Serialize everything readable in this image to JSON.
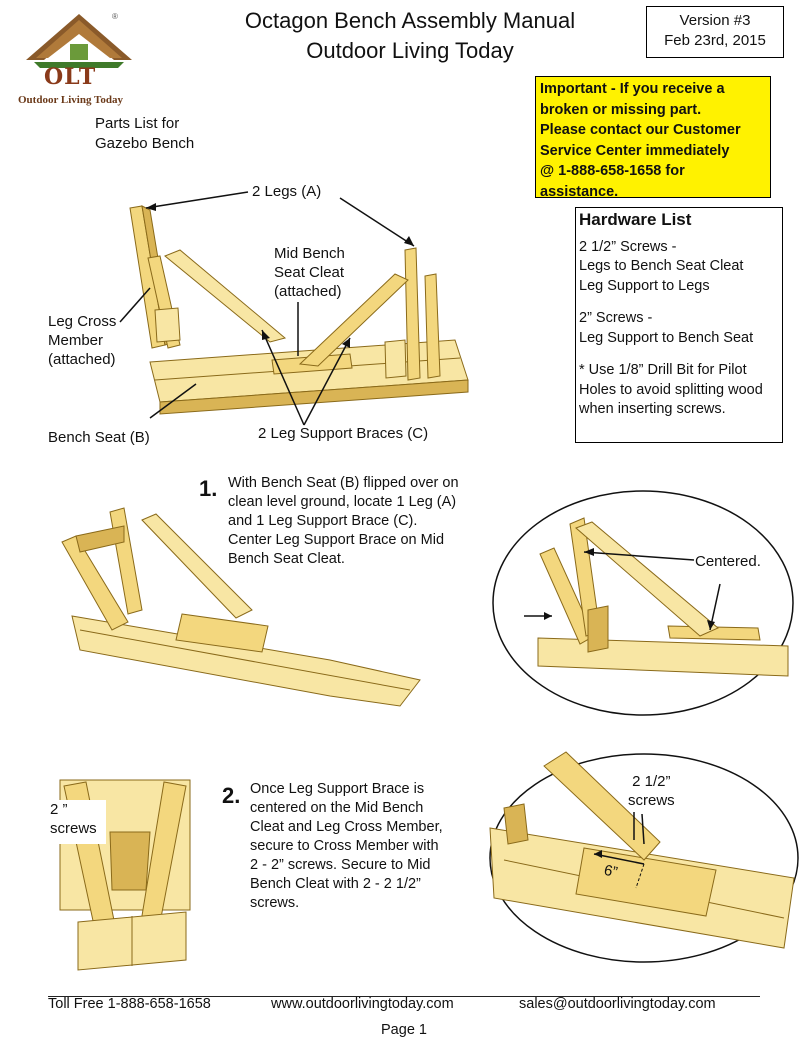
{
  "header": {
    "logo": {
      "brand": "OLT",
      "tagline": "Outdoor Living Today",
      "registered": "®"
    },
    "title_line1": "Octagon Bench Assembly Manual",
    "title_line2": "Outdoor Living Today",
    "version": "Version #3",
    "date": "Feb 23rd, 2015"
  },
  "important": {
    "lines": [
      "Important - If you receive a",
      "broken or missing part.",
      "Please contact our Customer",
      "Service Center immediately",
      "@ 1-888-658-1658 for",
      "assistance."
    ]
  },
  "parts": {
    "heading_line1": "Parts List for",
    "heading_line2": "Gazebo Bench",
    "labels": {
      "legs": "2 Legs (A)",
      "cleat_line1": "Mid Bench",
      "cleat_line2": "Seat Cleat",
      "cleat_line3": "(attached)",
      "cross_line1": "Leg Cross",
      "cross_line2": "Member",
      "cross_line3": "(attached)",
      "seat": "Bench Seat (B)",
      "braces": "2 Leg Support Braces (C)"
    }
  },
  "hardware": {
    "title": "Hardware List",
    "group1": [
      "2 1/2” Screws -",
      "Legs to Bench Seat Cleat",
      "Leg Support to Legs"
    ],
    "group2": [
      "2” Screws -",
      "Leg Support to Bench Seat"
    ],
    "note": [
      "* Use 1/8” Drill Bit for Pilot",
      "Holes to avoid splitting wood",
      "when inserting screws."
    ]
  },
  "step1": {
    "number": "1.",
    "lines": [
      "With Bench Seat (B) flipped over on",
      "clean level ground, locate 1 Leg (A)",
      "and 1 Leg Support Brace (C).",
      "Center Leg Support Brace on Mid",
      "Bench Seat Cleat."
    ],
    "callout": "Centered."
  },
  "step2": {
    "number": "2.",
    "lines": [
      "Once Leg Support Brace is",
      "centered on the Mid Bench",
      "Cleat and Leg Cross Member,",
      "secure to Cross Member with",
      "2 - 2” screws. Secure to Mid",
      "Bench Cleat with 2 - 2 1/2”",
      "screws."
    ],
    "left_label_line1": "2 ”",
    "left_label_line2": "screws",
    "right_label_line1": "2 1/2”",
    "right_label_line2": "screws",
    "measure": "6”"
  },
  "footer": {
    "phone": "Toll Free 1-888-658-1658",
    "web": "www.outdoorlivingtoday.com",
    "email": "sales@outdoorlivingtoday.com",
    "page": "Page 1"
  }
}
